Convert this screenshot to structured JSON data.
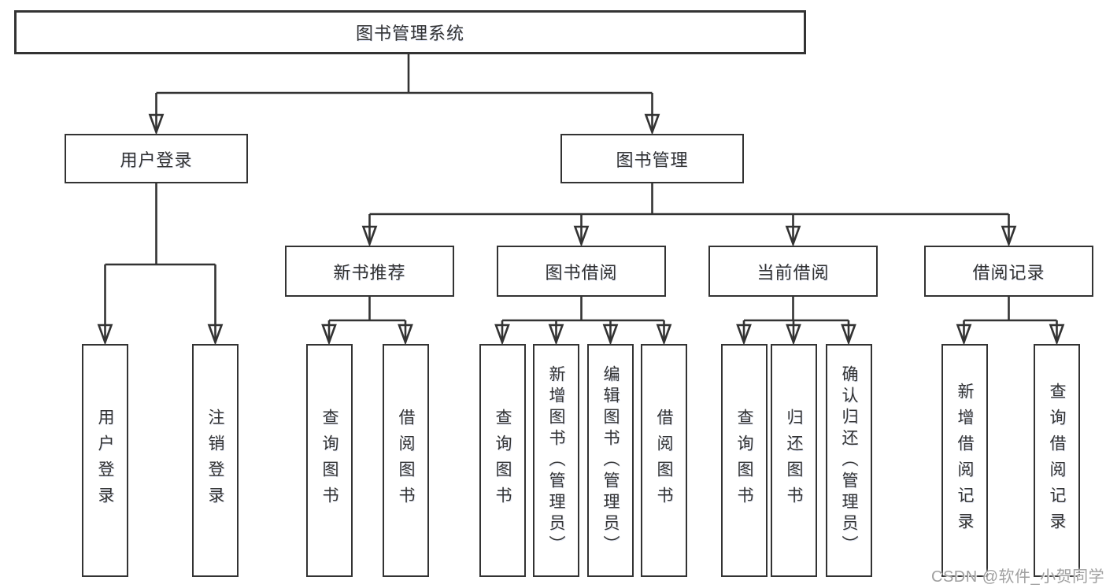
{
  "diagram": {
    "title_node": {
      "label": "图书管理系统"
    },
    "level2": [
      {
        "label": "用户登录"
      },
      {
        "label": "图书管理"
      }
    ],
    "level3": [
      {
        "label": "新书推荐"
      },
      {
        "label": "图书借阅"
      },
      {
        "label": "当前借阅"
      },
      {
        "label": "借阅记录"
      }
    ],
    "leaves": {
      "user_login": [
        "用户登录",
        "注销登录"
      ],
      "new_book": [
        "查询图书",
        "借阅图书"
      ],
      "book_borrow": [
        "查询图书",
        "新增图书（管理员）",
        "编辑图书（管理员）",
        "借阅图书"
      ],
      "current_borrow": [
        "查询图书",
        "归还图书",
        "确认归还（管理员）"
      ],
      "borrow_record": [
        "新增借阅记录",
        "查询借阅记录"
      ]
    }
  },
  "watermark": {
    "text": "CSDN @软件_小贺同学"
  },
  "colors": {
    "line": "#333333",
    "text": "#333333",
    "background": "#ffffff",
    "watermark": "#a0a0a0"
  }
}
